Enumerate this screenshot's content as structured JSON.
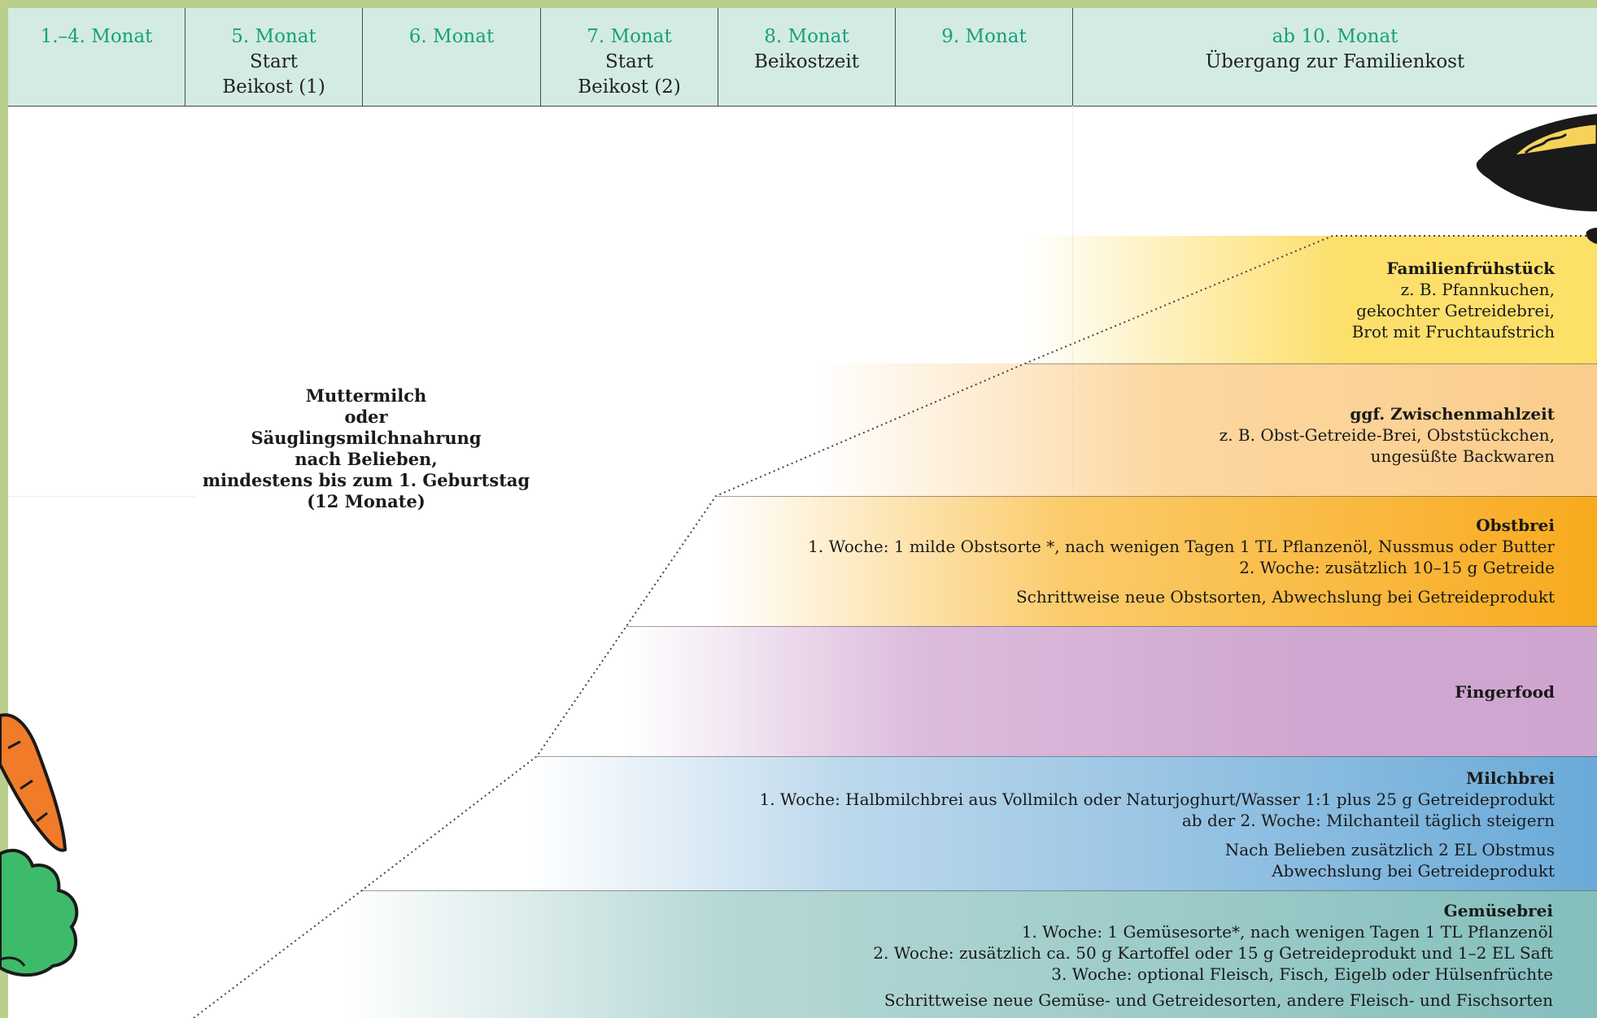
{
  "header": {
    "columns": [
      {
        "month": "1.–4. Monat",
        "sub": ""
      },
      {
        "month": "5. Monat",
        "sub": "Start",
        "sub2": "Beikost (1)"
      },
      {
        "month": "6. Monat",
        "sub": ""
      },
      {
        "month": "7. Monat",
        "sub": "Start",
        "sub2": "Beikost (2)"
      },
      {
        "month": "8. Monat",
        "sub": "Beikostzeit"
      },
      {
        "month": "9. Monat",
        "sub": ""
      },
      {
        "month": "ab 10. Monat",
        "sub": "Übergang zur Familienkost"
      }
    ]
  },
  "milk": {
    "line1": "Muttermilch",
    "line2": "oder",
    "line3": "Säuglingsmilchnahrung",
    "line4": "nach Belieben,",
    "line5": "mindestens bis zum 1. Geburtstag",
    "line6": "(12 Monate)"
  },
  "bands": {
    "familienfruehstueck": {
      "title": "Familienfrühstück",
      "l1": "z. B. Pfannkuchen,",
      "l2": "gekochter Getreidebrei,",
      "l3": "Brot mit Fruchtaufstrich",
      "color": "#fddf6c"
    },
    "zwischenmahlzeit": {
      "title": "ggf. Zwischenmahlzeit",
      "l1": "z. B. Obst-Getreide-Brei, Obststückchen,",
      "l2": "ungesüßte Backwaren",
      "color": "#fcd193"
    },
    "obstbrei": {
      "title": "Obstbrei",
      "l1": "1. Woche: 1 milde Obstsorte *, nach wenigen Tagen 1 TL Pflanzenöl, Nussmus oder Butter",
      "l2": "2. Woche: zusätzlich 10–15 g Getreide",
      "l3": "Schrittweise neue Obstsorten, Abwechslung bei Getreideprodukt",
      "color": "#f8aa1e"
    },
    "fingerfood": {
      "title": "Fingerfood",
      "color": "#cfa7d0"
    },
    "milchbrei": {
      "title": "Milchbrei",
      "l1": "1. Woche: Halbmilchbrei aus Vollmilch oder Naturjoghurt/Wasser 1:1 plus 25 g Getreideprodukt",
      "l2": "ab der 2. Woche: Milchanteil täglich steigern",
      "l3": "Nach Belieben zusätzlich 2 EL Obstmus",
      "l4": "Abwechslung bei Getreideprodukt",
      "color": "#6aaad8"
    },
    "gemuesebrei": {
      "title": "Gemüsebrei",
      "l1": "1. Woche: 1 Gemüsesorte*, nach wenigen Tagen 1 TL Pflanzenöl",
      "l2": "2. Woche: zusätzlich ca. 50 g Kartoffel oder 15 g Getreideprodukt und 1–2 EL Saft",
      "l3": "3. Woche: optional Fleisch, Fisch, Eigelb oder Hülsenfrüchte",
      "l4": "Schrittweise neue Gemüse- und Getreidesorten, andere Fleisch- und Fischsorten",
      "color": "#84bfbd"
    }
  },
  "illustrations": {
    "bowl": "bowl-icon",
    "carrot": "carrot-icon",
    "broccoli": "broccoli-icon"
  }
}
